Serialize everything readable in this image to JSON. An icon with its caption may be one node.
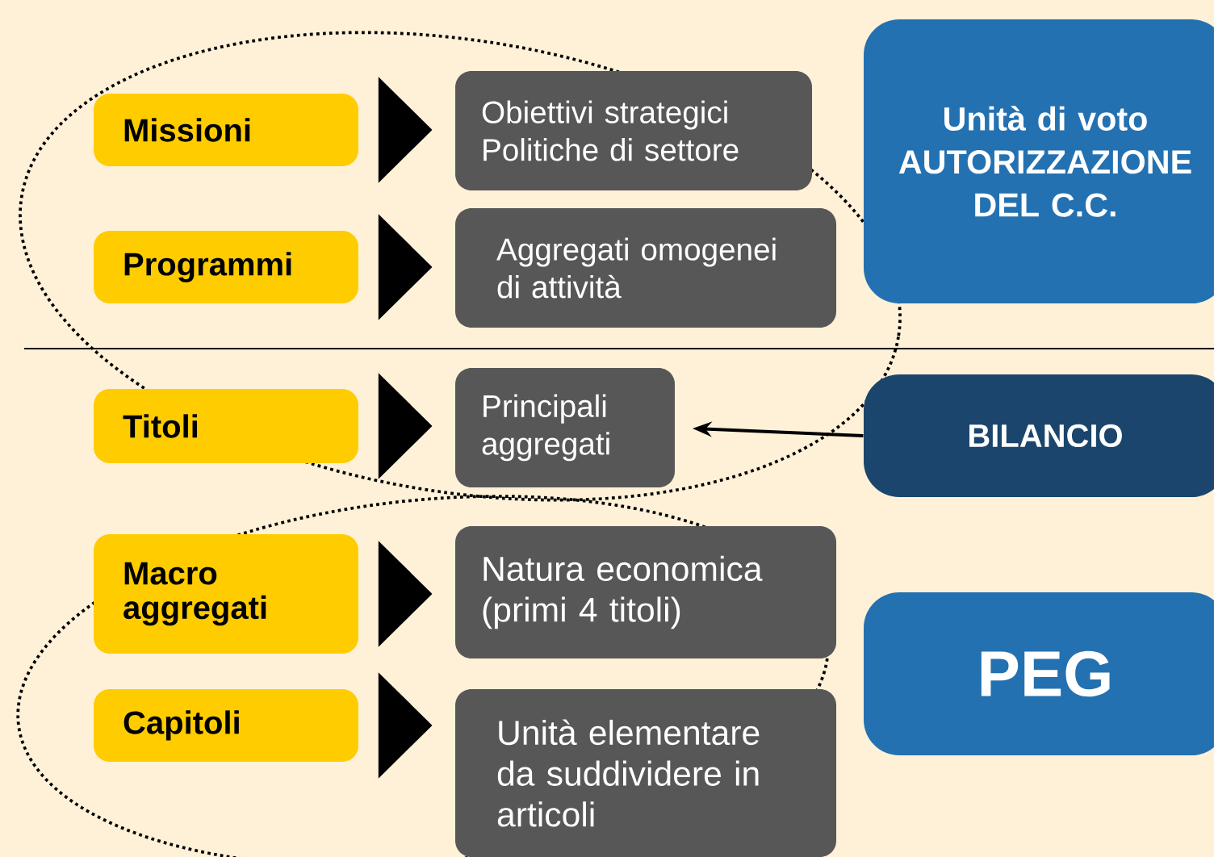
{
  "diagram": {
    "nodes": [
      {
        "text": [
          "Missioni"
        ]
      },
      {
        "text": [
          "Programmi"
        ]
      },
      {
        "text": [
          "Titoli"
        ]
      },
      {
        "text": [
          "Macro aggregati"
        ]
      },
      {
        "text": [
          "Capitoli"
        ]
      },
      {
        "text": [
          "Obiettivi strategici Politiche di settore"
        ]
      },
      {
        "text": [
          "Aggregati omogenei di attività"
        ]
      },
      {
        "text": [
          "Principali aggregati"
        ]
      },
      {
        "text": [
          "Natura economica (primi 4 titoli)"
        ]
      },
      {
        "text": [
          "Unità elementare da suddividere in articoli"
        ]
      },
      {
        "text": [
          "Unità di voto AUTORIZZAZIONE DEL C.C."
        ]
      },
      {
        "text": [
          "BILANCIO"
        ]
      },
      {
        "text": [
          "PEG"
        ]
      }
    ],
    "edges": [
      {
        "from": 0,
        "to": 5,
        "arrow": "to"
      },
      {
        "from": 1,
        "to": 6,
        "arrow": "to"
      },
      {
        "from": 2,
        "to": 7,
        "arrow": "to"
      },
      {
        "from": 3,
        "to": 8,
        "arrow": "to"
      },
      {
        "from": 4,
        "to": 9,
        "arrow": "to"
      },
      {
        "from": 11,
        "to": 7,
        "arrow": "to"
      }
    ]
  }
}
